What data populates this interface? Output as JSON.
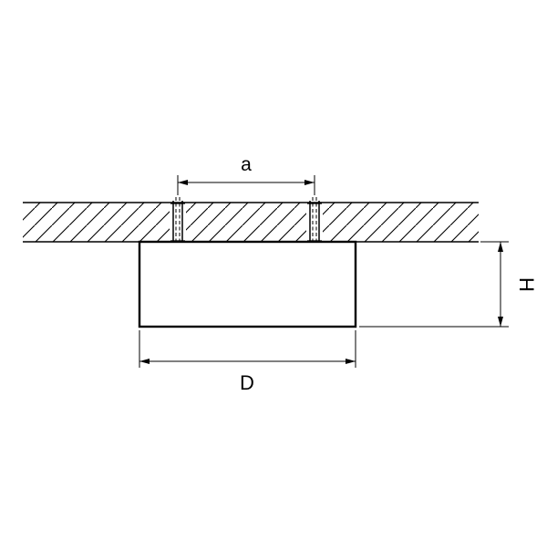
{
  "figure": {
    "background": "#ffffff",
    "line_color": "#000000",
    "labels": {
      "hole_spacing": "a",
      "body_width": "D",
      "body_height": "H"
    }
  }
}
